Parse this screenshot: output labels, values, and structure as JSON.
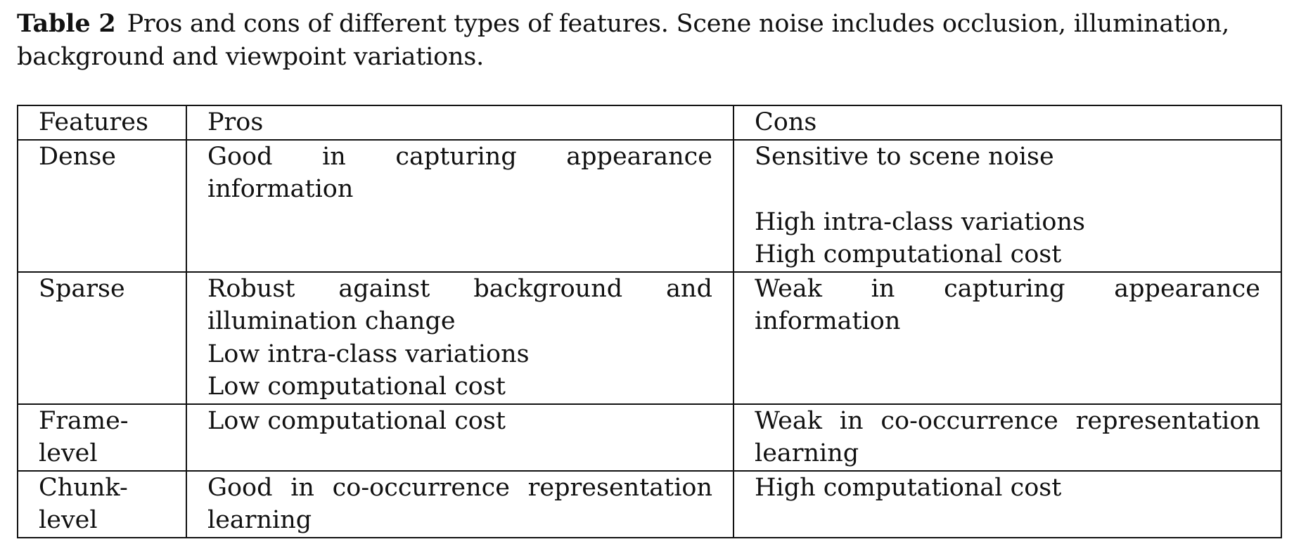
{
  "caption": {
    "label": "Table 2",
    "text": "Pros and cons of different types of features. Scene noise includes occlusion, illumination, background and viewpoint variations."
  },
  "table": {
    "headers": [
      "Features",
      "Pros",
      "Cons"
    ],
    "rows": [
      {
        "feature": "Dense",
        "pros": [
          "Good in capturing appearance information"
        ],
        "cons": [
          "Sensitive to scene noise",
          "High intra-class variations",
          "High computational cost"
        ]
      },
      {
        "feature": "Sparse",
        "pros": [
          "Robust against background and illumination change",
          "Low intra-class variations",
          "Low computational cost"
        ],
        "cons": [
          "Weak in capturing appearance information"
        ]
      },
      {
        "feature": "Frame-level",
        "pros": [
          "Low computational cost"
        ],
        "cons": [
          "Weak in co-occurrence representation learning"
        ]
      },
      {
        "feature": "Chunk-level",
        "pros": [
          "Good in co-occurrence representation learning"
        ],
        "cons": [
          "High computational cost"
        ]
      }
    ]
  }
}
